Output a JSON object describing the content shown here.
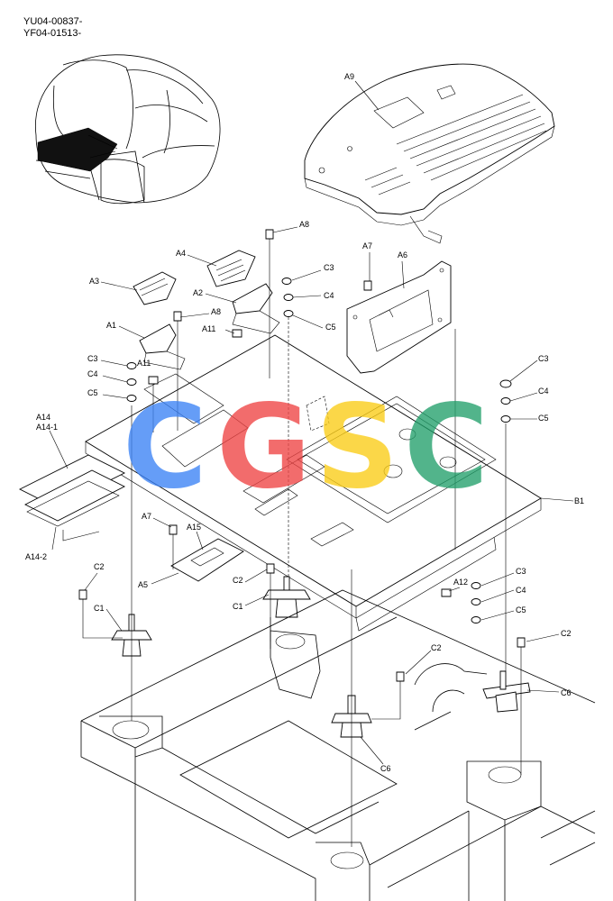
{
  "codes": [
    "YU04-00837-",
    "YF04-01513-"
  ],
  "watermark": {
    "letters": [
      "C",
      "G",
      "S",
      "C"
    ],
    "colors": [
      "#3b82f6",
      "#ef4444",
      "#facc15",
      "#22a06b"
    ]
  },
  "labels": {
    "A9": "A9",
    "A8_top": "A8",
    "A4": "A4",
    "C3_top": "C3",
    "A7_top": "A7",
    "A6": "A6",
    "A3": "A3",
    "A2": "A2",
    "C4_top": "C4",
    "A8_mid": "A8",
    "A1": "A1",
    "A11_a": "A11",
    "C5_top": "C5",
    "C3_left": "C3",
    "A11_b": "A11",
    "C4_left": "C4",
    "C5_left": "C5",
    "C3_right": "C3",
    "C4_right": "C4",
    "C5_right": "C5",
    "A14": "A14",
    "A14_1": "A14-1",
    "B1": "B1",
    "A14_2": "A14-2",
    "A7_low": "A7",
    "A15": "A15",
    "A5": "A5",
    "C2_a": "C2",
    "C2_b": "C2",
    "C1_a": "C1",
    "C1_b": "C1",
    "A12": "A12",
    "C3_low": "C3",
    "C4_low": "C4",
    "C5_low": "C5",
    "C2_c": "C2",
    "C2_d": "C2",
    "C6_a": "C6",
    "C6_b": "C6"
  }
}
